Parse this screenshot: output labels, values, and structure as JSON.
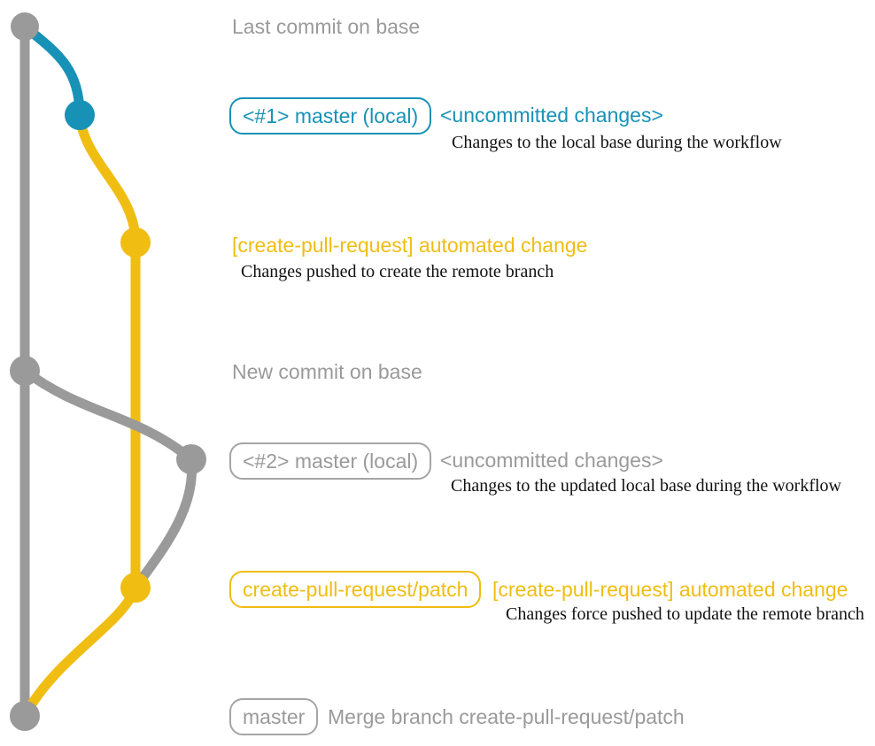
{
  "colors": {
    "base_gray": "#9a9a9a",
    "local_teal": "#1792b6",
    "remote_yellow": "#f0bd12",
    "description_text": "#111111",
    "background": "#ffffff"
  },
  "rows": {
    "last_commit": {
      "label": "Last commit on base"
    },
    "master_local_1": {
      "tag": "<#1> master (local)",
      "message": "<uncommitted changes>",
      "description": "Changes to the local base during the workflow"
    },
    "automated_change_1": {
      "message": "[create-pull-request] automated change",
      "description": "Changes pushed to create the remote branch"
    },
    "new_commit": {
      "label": "New commit on base"
    },
    "master_local_2": {
      "tag": "<#2> master (local)",
      "message": "<uncommitted changes>",
      "description": "Changes to the updated local base during the workflow"
    },
    "patch_branch": {
      "tag": "create-pull-request/patch",
      "message": "[create-pull-request] automated change",
      "description": "Changes force pushed to update the remote branch"
    },
    "merge": {
      "tag": "master",
      "message": "Merge branch create-pull-request/patch"
    }
  }
}
